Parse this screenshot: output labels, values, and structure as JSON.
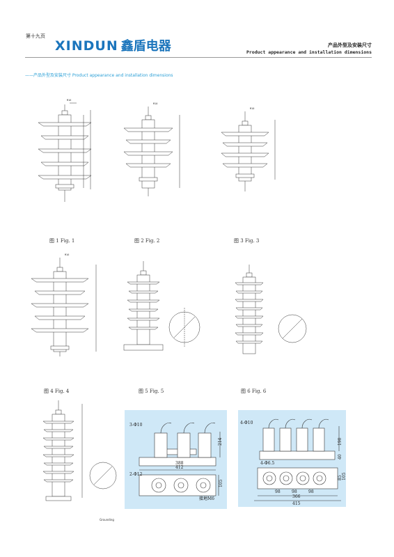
{
  "header": {
    "page_number": "第十九页",
    "logo_latin": "XINDUN",
    "logo_cn": "鑫盾电器",
    "title_cn": "产品外型及安装尺寸",
    "title_en": "Product appearance and installation dimensions"
  },
  "section_title": "——产品外型及安装尺寸 Product appearance and installation dimensions",
  "figures": [
    {
      "caption": "图 1 Fig. 1"
    },
    {
      "caption": "图 2 Fig. 2"
    },
    {
      "caption": "图 3 Fig. 3"
    },
    {
      "caption": "图 4 Fig. 4"
    },
    {
      "caption": "图 5 Fig. 5"
    },
    {
      "caption": "图 6 Fig. 6"
    }
  ],
  "labels": {
    "m16": "M16",
    "m10": "M10",
    "m12": "M12",
    "hole": "4-Ø10",
    "small_hole": "2-Ø12"
  },
  "panel_a": {
    "holes_top": "3-Φ10",
    "dim_h": "214",
    "dim_w1": "388",
    "dim_w2": "412",
    "holes_bottom": "2-Φ12",
    "dim_v": "105",
    "bolt": "接地M6"
  },
  "panel_b": {
    "holes_top": "4-Φ10",
    "dim_h": "190",
    "dim_h2": "40",
    "holes_bottom": "4-Φ6.5",
    "dim_v1": "85",
    "dim_v2": "105",
    "d1": "98",
    "d2": "98",
    "d3": "98",
    "dim_w1": "366",
    "dim_w2": "415"
  },
  "footer_note": "Grounding"
}
